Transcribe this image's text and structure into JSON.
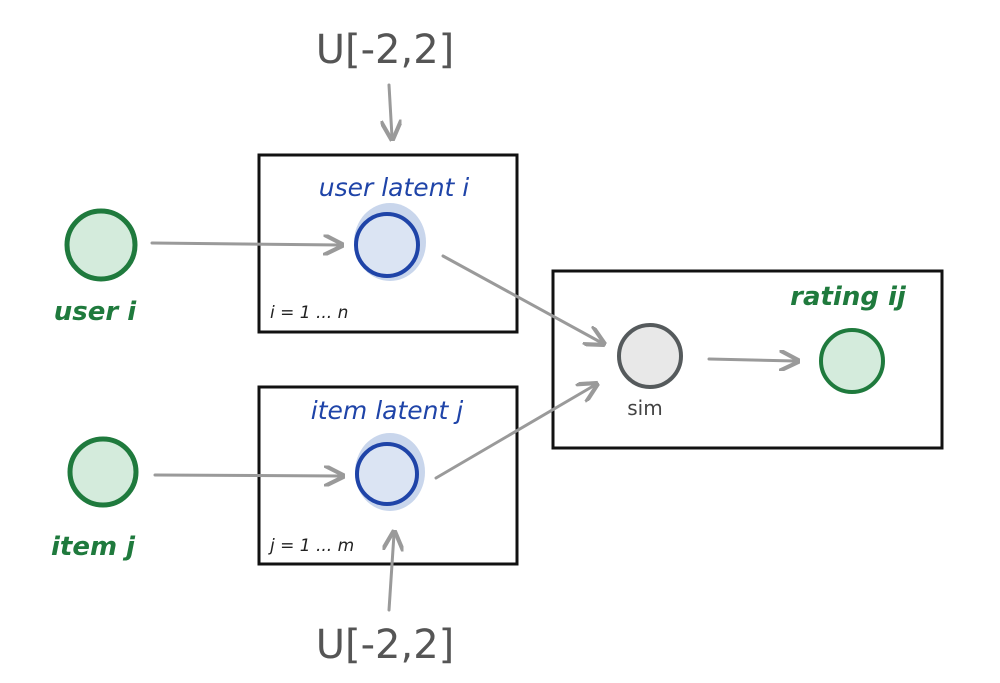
{
  "diagram": {
    "prior_top": "U[-2,2]",
    "prior_bottom": "U[-2,2]",
    "user_node_label": "user i",
    "item_node_label": "item j",
    "user_latent_label": "user latent i",
    "item_latent_label": "item latent j",
    "user_plate_index": "i = 1 ... n",
    "item_plate_index": "j = 1 ... m",
    "sim_label": "sim",
    "rating_label": "rating ij"
  },
  "colors": {
    "observed_stroke": "#1f7a3d",
    "observed_fill": "#d4ebdc",
    "latent_stroke": "#1f44a8",
    "latent_fill": "#dbe4f3",
    "latent_halo": "#c9d6ec",
    "sim_stroke": "#555a5c",
    "sim_fill": "#e8e8e8",
    "arrow": "#9a9a9a",
    "plate": "#111111"
  }
}
